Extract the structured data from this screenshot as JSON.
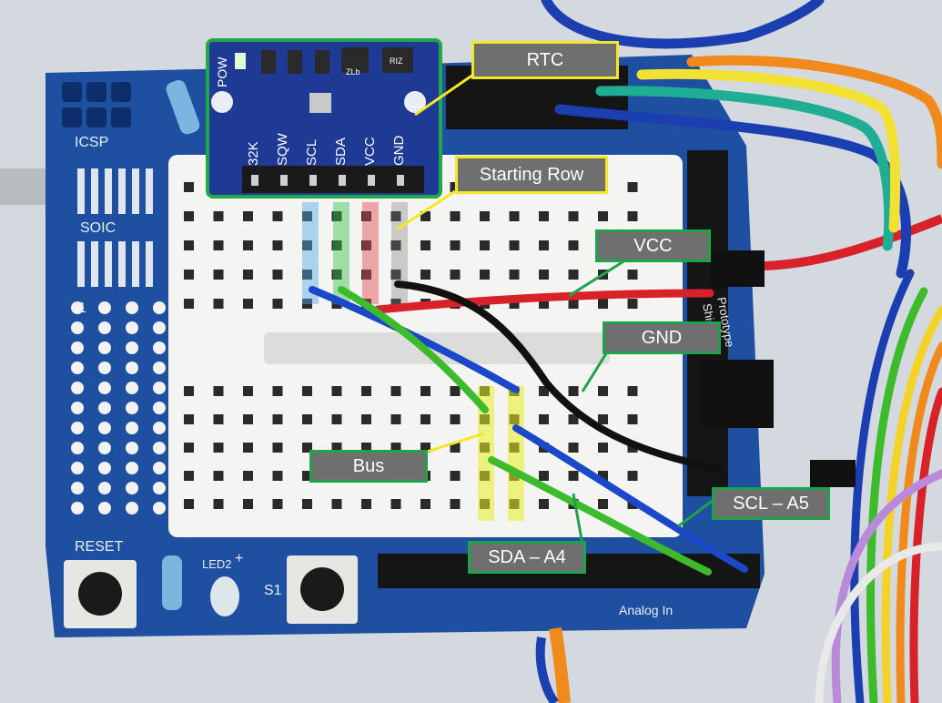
{
  "labels": {
    "rtc": "RTC",
    "starting_row": "Starting Row",
    "vcc": "VCC",
    "gnd": "GND",
    "bus": "Bus",
    "scl": "SCL – A5",
    "sda": "SDA – A4"
  },
  "rtc_pins": [
    "32K",
    "SQW",
    "SCL",
    "SDA",
    "VCC",
    "GND"
  ],
  "rtc_chip_text": [
    "POW",
    "ZLb",
    "RIZ"
  ],
  "silkscreen": {
    "icsp": "ICSP",
    "soic": "SOIC",
    "reset": "RESET",
    "led": "LED2",
    "s1": "S1",
    "plus": "+",
    "one": "1",
    "analog": "Analog In",
    "proto": "Prototype",
    "shield": "Shield v"
  },
  "colors": {
    "board": "#1e4fa0",
    "breadboard": "#f4f4f2",
    "label_bg": "#6f6f6f",
    "border_yellow": "#f3e822",
    "border_green": "#1fa34a",
    "wire_red": "#d8222a",
    "wire_black": "#111111",
    "wire_blue": "#1b47c9",
    "wire_green": "#3dbb2c"
  }
}
